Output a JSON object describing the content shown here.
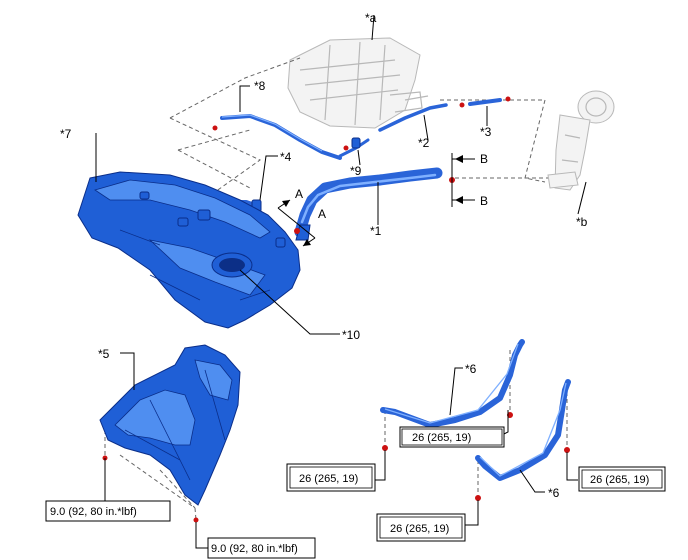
{
  "callouts": {
    "a": "*a",
    "b": "*b",
    "c1": "*1",
    "c2": "*2",
    "c3": "*3",
    "c4": "*4",
    "c5": "*5",
    "c6_top": "*6",
    "c6_bottom": "*6",
    "c7": "*7",
    "c8": "*8",
    "c9": "*9",
    "c10": "*10"
  },
  "section_marks": {
    "a_upper": "A",
    "a_lower": "A",
    "b_upper": "B",
    "b_lower": "B"
  },
  "torque_specs": {
    "band_left_top": "26 (265, 19)",
    "band_left_bottom": "26 (265, 19)",
    "band_right_top": "26 (265, 19)",
    "band_right_bottom": "26 (265, 19)",
    "protector_upper": "9.0 (92, 80 in.*lbf)",
    "protector_lower": "9.0 (92, 80 in.*lbf)"
  },
  "colors": {
    "part_blue": "#1f5fd6",
    "part_blue_light": "#4f8ef0",
    "part_outline": "#0a2e8a",
    "fastener_red": "#cc1111",
    "ghost_gray": "#b8b8b8"
  }
}
